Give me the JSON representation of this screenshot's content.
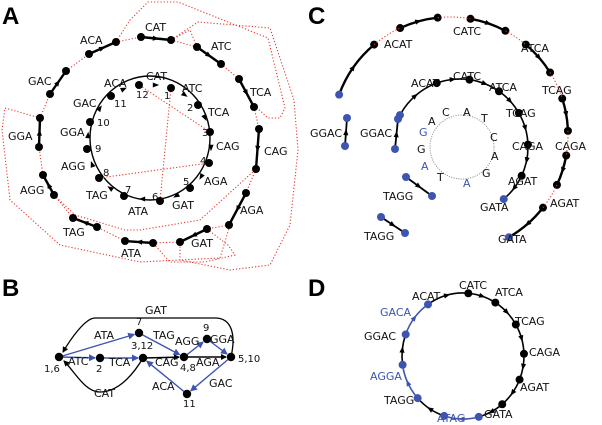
{
  "figure": {
    "panels": {
      "A": {
        "label": "A",
        "inner_cycle": {
          "nodes": [
            "1",
            "2",
            "3",
            "4",
            "5",
            "6",
            "7",
            "8",
            "9",
            "10",
            "11",
            "12"
          ],
          "edges": [
            "ATC",
            "TCA",
            "CAG",
            "AGA",
            "GAT",
            "ATA",
            "TAG",
            "AGG",
            "GGA",
            "GAC",
            "ACA",
            "CAT"
          ],
          "glue_pairs": [
            [
              "1",
              "6"
            ],
            [
              "3",
              "12"
            ],
            [
              "4",
              "8"
            ]
          ]
        },
        "outer_edges": [
          "CAT",
          "ATC",
          "TCA",
          "CAG",
          "AGA",
          "GAT",
          "ATA",
          "TAG",
          "AGG",
          "GGA",
          "GAC",
          "ACA"
        ]
      },
      "B": {
        "label": "B",
        "nodes": [
          "1,6",
          "2",
          "3,12",
          "4,8",
          "5,10",
          "7",
          "9",
          "11"
        ],
        "edges": [
          {
            "label": "ATC",
            "from": "1,6",
            "to": "2",
            "color": "blue"
          },
          {
            "label": "TCA",
            "from": "2",
            "to": "3,12",
            "color": "blue"
          },
          {
            "label": "CAG",
            "from": "3,12",
            "to": "4,8",
            "color": "black"
          },
          {
            "label": "AGA",
            "from": "4,8",
            "to": "5,10",
            "color": "black"
          },
          {
            "label": "GAT",
            "from": "5,10",
            "to": "1,6",
            "color": "black"
          },
          {
            "label": "ATA",
            "from": "1,6",
            "to": "7",
            "color": "blue"
          },
          {
            "label": "TAG",
            "from": "7",
            "to": "4,8",
            "color": "blue"
          },
          {
            "label": "AGG",
            "from": "4,8",
            "to": "9",
            "color": "blue"
          },
          {
            "label": "GGA",
            "from": "9",
            "to": "5,10",
            "color": "blue"
          },
          {
            "label": "GAC",
            "from": "5,10",
            "to": "11",
            "color": "blue"
          },
          {
            "label": "ACA",
            "from": "11",
            "to": "3,12",
            "color": "blue"
          },
          {
            "label": "CAT",
            "from": "3,12",
            "to": "1,6",
            "color": "black"
          }
        ]
      },
      "C": {
        "label": "C",
        "sequence_circle": [
          "C",
          "A",
          "T",
          "C",
          "A",
          "G",
          "A",
          "T",
          "A",
          "G",
          "G",
          "A"
        ],
        "sequence_highlight": [
          false,
          false,
          false,
          false,
          false,
          false,
          true,
          false,
          true,
          false,
          true,
          false
        ],
        "middle_edges": [
          "ACAT",
          "CATC",
          "ATCA",
          "TCAG",
          "CAGA",
          "AGAT",
          "GATA"
        ],
        "outer_edges": [
          "ACAT",
          "CATC",
          "ATCA",
          "TCAG",
          "CAGA",
          "AGAT",
          "GATA"
        ],
        "fragments": [
          "GGAC",
          "GGAC",
          "TAGG",
          "TAGG"
        ]
      },
      "D": {
        "label": "D",
        "cycle_edges": [
          {
            "label": "CATC",
            "color": "black"
          },
          {
            "label": "ATCA",
            "color": "black"
          },
          {
            "label": "TCAG",
            "color": "black"
          },
          {
            "label": "CAGA",
            "color": "black"
          },
          {
            "label": "AGAT",
            "color": "black"
          },
          {
            "label": "GATA",
            "color": "black"
          },
          {
            "label": "ATAG",
            "color": "blue"
          },
          {
            "label": "TAGG",
            "color": "black"
          },
          {
            "label": "AGGA",
            "color": "blue"
          },
          {
            "label": "GGAC",
            "color": "black"
          },
          {
            "label": "GACA",
            "color": "blue"
          },
          {
            "label": "ACAT",
            "color": "black"
          }
        ]
      }
    },
    "colors": {
      "black": "#000000",
      "blue": "#3d55b0",
      "red_dotted": "#e8362d",
      "grey_circle": "#999999"
    }
  }
}
